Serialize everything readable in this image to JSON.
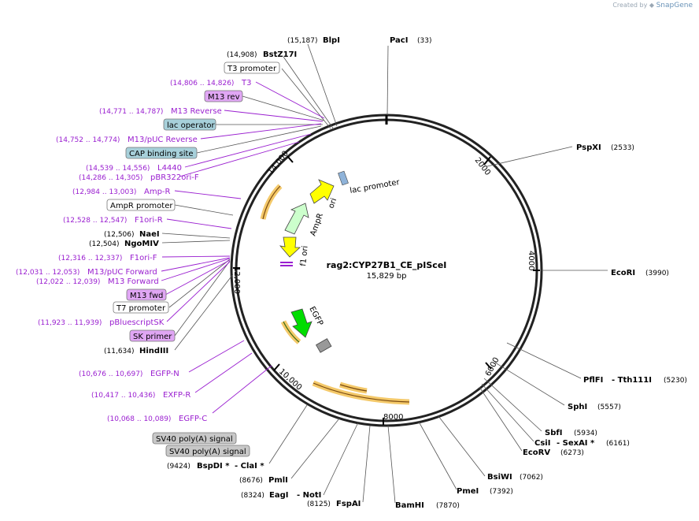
{
  "credit": {
    "prefix": "Created by",
    "brand": "SnapGene"
  },
  "map": {
    "name": "rag2:CYP27B1_CE_pISceI",
    "length": "15,829 bp",
    "ticks": [
      "2000",
      "4000",
      "6000",
      "8000",
      "10,000",
      "12,000",
      "14,000"
    ]
  },
  "enzymes_top": [
    {
      "pos": "(15,187)",
      "name": "BlpI"
    },
    {
      "pos": "(33)",
      "name": "PacI"
    },
    {
      "pos": "(14,908)",
      "name": "BstZ17I"
    }
  ],
  "enzymes_right": [
    {
      "name": "PspXI",
      "pos": "(2533)"
    },
    {
      "name": "EcoRI",
      "pos": "(3990)"
    },
    {
      "name": "PflFI",
      "name2": "- Tth111I",
      "pos": "(5230)"
    },
    {
      "name": "SphI",
      "pos": "(5557)"
    },
    {
      "name": "SbfI",
      "pos": "(5934)"
    },
    {
      "name": "CsiI",
      "name2": "- SexAI *",
      "pos": "(6161)"
    },
    {
      "name": "EcoRV",
      "pos": "(6273)"
    },
    {
      "name": "BsiWI",
      "pos": "(7062)"
    },
    {
      "name": "PmeI",
      "pos": "(7392)"
    },
    {
      "name": "BamHI",
      "pos": "(7870)"
    },
    {
      "name": "FspAI",
      "pos": "(8125)"
    },
    {
      "name": "EagI",
      "name2": "- NotI",
      "pos": "(8324)"
    },
    {
      "name": "PmlI",
      "pos": "(8676)"
    },
    {
      "name": "BspDI *",
      "name2": "- ClaI *",
      "pos": "(9424)"
    }
  ],
  "enzymes_left": [
    {
      "pos": "(12,506)",
      "name": "NaeI"
    },
    {
      "pos": "(12,504)",
      "name": "NgoMIV"
    },
    {
      "pos": "(11,634)",
      "name": "HindIII"
    }
  ],
  "features_left": [
    {
      "pos": "(14,806 .. 14,826)",
      "name": "T3"
    },
    {
      "pos": "(14,771 .. 14,787)",
      "name": "M13 Reverse"
    },
    {
      "pos": "(14,752 .. 14,774)",
      "name": "M13/pUC Reverse"
    },
    {
      "pos": "(14,539 .. 14,556)",
      "name": "L4440"
    },
    {
      "pos": "(14,286 .. 14,305)",
      "name": "pBR322ori-F"
    },
    {
      "pos": "(12,984 .. 13,003)",
      "name": "Amp-R"
    },
    {
      "pos": "(12,528 .. 12,547)",
      "name": "F1ori-R"
    },
    {
      "pos": "(12,316 .. 12,337)",
      "name": "F1ori-F"
    },
    {
      "pos": "(12,031 .. 12,053)",
      "name": "M13/pUC Forward"
    },
    {
      "pos": "(12,022 .. 12,039)",
      "name": "M13 Forward"
    },
    {
      "pos": "(11,923 .. 11,939)",
      "name": "pBluescriptSK"
    },
    {
      "pos": "(10,676 .. 10,697)",
      "name": "EGFP-N"
    },
    {
      "pos": "(10,417 .. 10,436)",
      "name": "EXFP-R"
    },
    {
      "pos": "(10,068 .. 10,089)",
      "name": "EGFP-C"
    }
  ],
  "boxed_labels": [
    {
      "text": "T3 promoter",
      "style": "white"
    },
    {
      "text": "M13 rev",
      "style": "violet"
    },
    {
      "text": "lac operator",
      "style": "blue"
    },
    {
      "text": "CAP binding site",
      "style": "blue"
    },
    {
      "text": "AmpR promoter",
      "style": "white"
    },
    {
      "text": "M13 fwd",
      "style": "violet"
    },
    {
      "text": "T7 promoter",
      "style": "white"
    },
    {
      "text": "SK primer",
      "style": "violet"
    },
    {
      "text": "SV40 poly(A) signal",
      "style": "gray"
    },
    {
      "text": "SV40 poly(A) signal",
      "style": "gray"
    }
  ],
  "inner_features": [
    "lac promoter",
    "ori",
    "AmpR",
    "f1 ori",
    "EGFP"
  ],
  "colors": {
    "primer": "#9a1fd0",
    "violet_box": "#e0a6f4",
    "blue_box": "#a7d0da",
    "gray_box": "#c8c8c8",
    "ori_yellow": "#ffff00",
    "ampr_green": "#ccffcc",
    "egfp_green": "#00dd00",
    "orf_orange": "#f4c96a"
  }
}
